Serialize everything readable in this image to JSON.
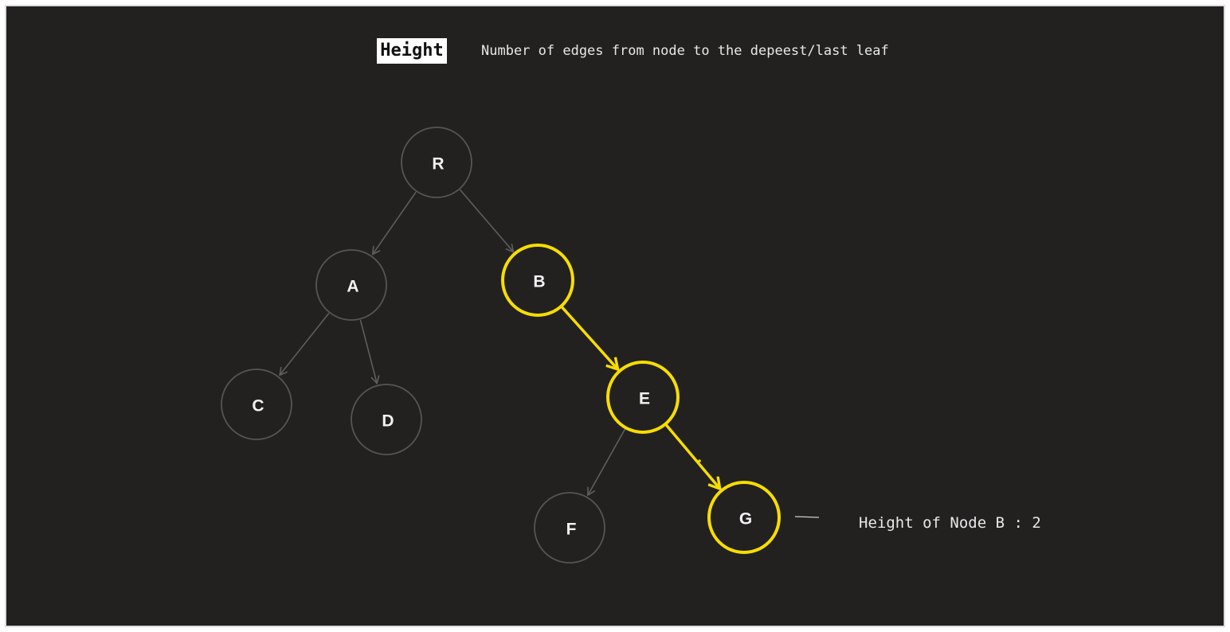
{
  "heading": "Height",
  "definition": "Number of edges from node to the depeest/last leaf",
  "result_text": "Height of Node B : 2",
  "colors": {
    "background": "#222120",
    "node_default": "#555555",
    "edge_default": "#5e5e5e",
    "highlight": "#f7dd00",
    "text": "#f2f2f2"
  },
  "nodes": [
    {
      "id": "R",
      "label": "R",
      "highlighted": false
    },
    {
      "id": "A",
      "label": "A",
      "highlighted": false
    },
    {
      "id": "B",
      "label": "B",
      "highlighted": true
    },
    {
      "id": "C",
      "label": "C",
      "highlighted": false
    },
    {
      "id": "D",
      "label": "D",
      "highlighted": false
    },
    {
      "id": "E",
      "label": "E",
      "highlighted": true
    },
    {
      "id": "F",
      "label": "F",
      "highlighted": false
    },
    {
      "id": "G",
      "label": "G",
      "highlighted": true
    }
  ],
  "edges": [
    {
      "from": "R",
      "to": "A",
      "highlighted": false
    },
    {
      "from": "R",
      "to": "B",
      "highlighted": false
    },
    {
      "from": "A",
      "to": "C",
      "highlighted": false
    },
    {
      "from": "A",
      "to": "D",
      "highlighted": false
    },
    {
      "from": "B",
      "to": "E",
      "highlighted": true
    },
    {
      "from": "E",
      "to": "F",
      "highlighted": false
    },
    {
      "from": "E",
      "to": "G",
      "highlighted": true
    }
  ]
}
